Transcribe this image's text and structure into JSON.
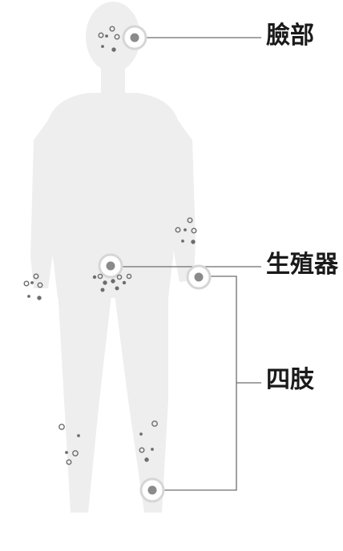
{
  "labels": {
    "face": "臉部",
    "genital": "生殖器",
    "limbs": "四肢"
  },
  "colors": {
    "body": "#eeeeee",
    "line": "#6d6d6d",
    "dot": "#6d6d6d",
    "marker": "#8a8a8a"
  }
}
